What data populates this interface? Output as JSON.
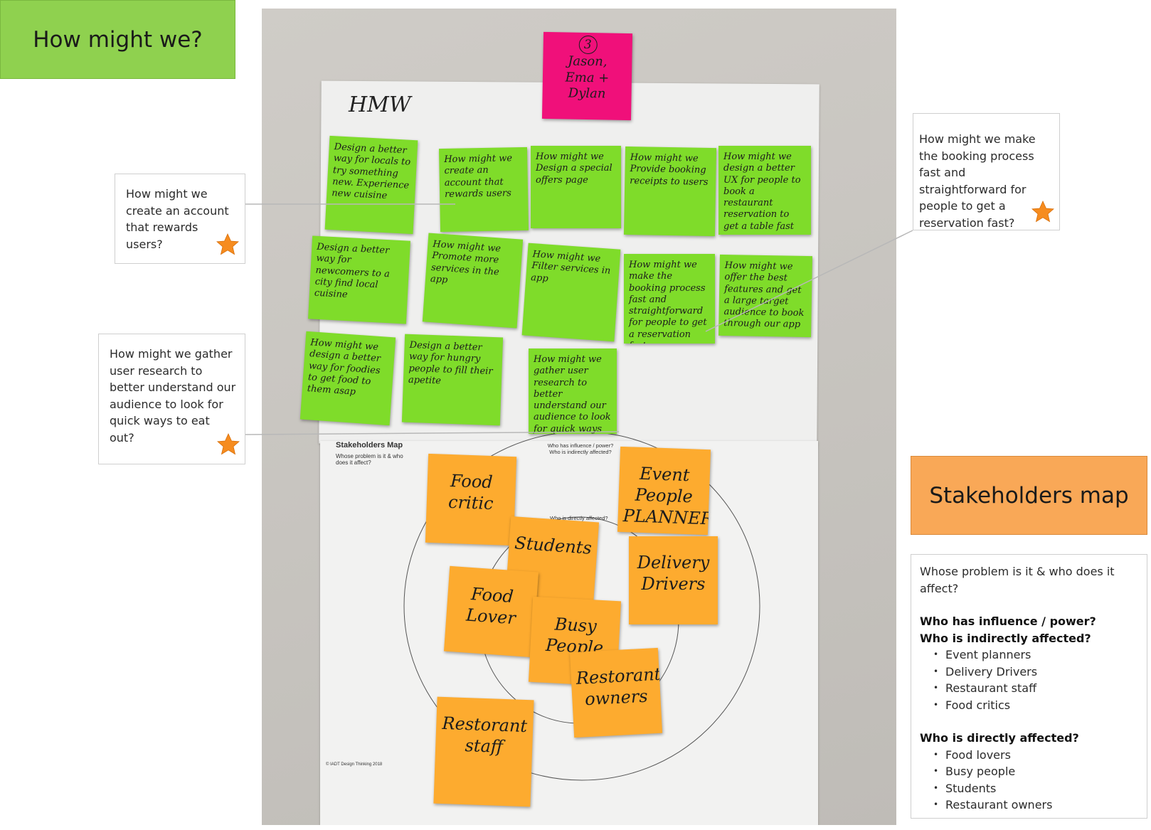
{
  "banners": {
    "hmw": "How might we?",
    "stakeholders": "Stakeholders map"
  },
  "cards": {
    "rewards": "How might we create an account that rewards users?",
    "research": "How might we gather user research to better understand our audience to look for quick ways to eat out?",
    "booking": "How might we make the booking process fast and straightforward for people to get a reservation fast?"
  },
  "stakeholder_card": {
    "question": "Whose problem is it & who does it affect?",
    "indirect_heading_1": "Who has influence / power?",
    "indirect_heading_2": "Who is indirectly affected?",
    "indirect": [
      "Event planners",
      "Delivery Drivers",
      "Restaurant staff",
      "Food critics"
    ],
    "direct_heading": "Who is directly affected?",
    "direct": [
      "Food lovers",
      "Busy people",
      "Students",
      "Restaurant owners"
    ]
  },
  "photo": {
    "hmw_title": "HMW",
    "team_note": [
      "3",
      "Jason,",
      "Ema +",
      "Dylan"
    ],
    "green_notes": [
      "Design a better way for locals to try something new. Experience new cuisine",
      "How might we create an account that rewards users",
      "How might we Design a special offers page",
      "How might we Provide booking receipts to users",
      "How might we design a better UX for people to book a restaurant reservation to get a table fast",
      "Design a better way for newcomers to a city find local cuisine",
      "How might we Promote more services in the app",
      "How might we Filter services in app",
      "How might we make the booking process fast and straightforward for people to get a reservation fast",
      "How might we offer the best features and get a large target audience to book through our app",
      "How might we design a better way for foodies to get food to them asap",
      "Design a better way for hungry people to fill their apetite",
      "How might we gather user research to better understand our audience to look for quick ways to eat out"
    ],
    "map_title": "Stakeholders Map",
    "map_subtitle": "Whose problem is it & who does it affect?",
    "outer_ring_label": "Who has influence / power? Who is indirectly affected?",
    "inner_ring_label": "Who is directly affected?",
    "footer": "© IADT Design Thinking 2018",
    "orange_notes": [
      "Food critic",
      "Event People PLANNER",
      "Students",
      "Delivery Drivers",
      "Food Lover",
      "Busy People",
      "Restorant owners",
      "Restorant staff"
    ]
  },
  "colors": {
    "green_banner": "#8fd14f",
    "orange_banner": "#f9a857",
    "star": "#f68c1f",
    "sticky_green": "#7fdc2a",
    "sticky_orange": "#fdab2f",
    "sticky_pink": "#f0107a"
  }
}
